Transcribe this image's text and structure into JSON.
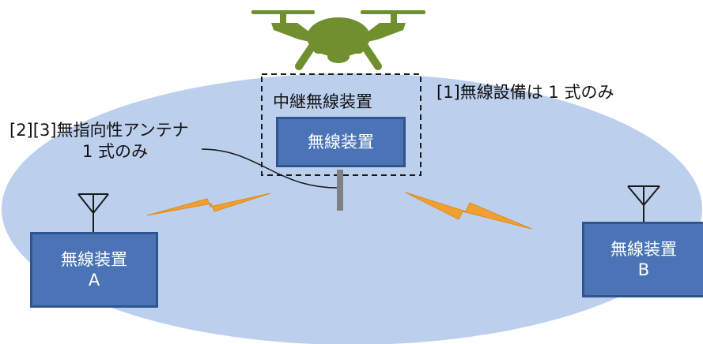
{
  "relay": {
    "title": "中継無線装置",
    "device_label": "無線装置"
  },
  "callout_1": "[1]無線設備は 1 式のみ",
  "callout_2": {
    "line1": "[2][3]無指向性アンテナ",
    "line2": "1 式のみ"
  },
  "device_a": {
    "line1": "無線装置",
    "line2": "A"
  },
  "device_b": {
    "line1": "無線装置",
    "line2": "B"
  },
  "colors": {
    "coverage": "#bcd0ee",
    "drone": "#70902f",
    "device": "#4a74b5",
    "device_border": "#2f5590",
    "link": "#f0a030",
    "mast": "#808080"
  }
}
